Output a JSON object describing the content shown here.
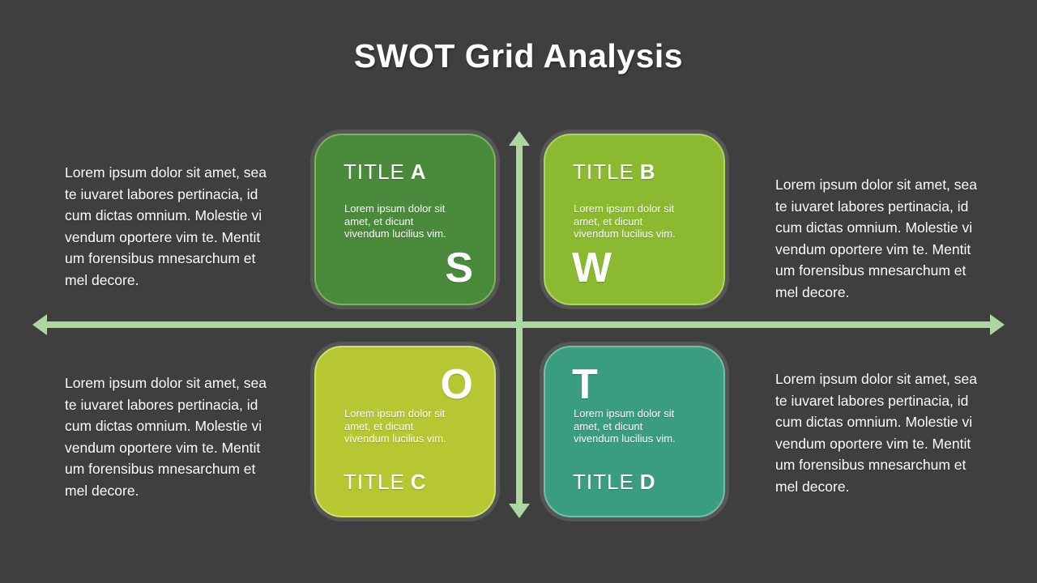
{
  "colors": {
    "bg": "#3F3F3F",
    "title_text": "#FFFFFF",
    "note_text": "#FFFFFF",
    "axis": "#AED6A3",
    "ring": "#565656",
    "a_fill": "#4A8B3B",
    "a_border": "#7AB55A",
    "b_fill": "#8BBA30",
    "b_border": "#AFD65F",
    "c_fill": "#B7C732",
    "c_border": "#D3DF6C",
    "d_fill": "#3A9D81",
    "d_border": "#6FC1AA"
  },
  "slide": {
    "title": "SWOT Grid Analysis"
  },
  "quadrants": {
    "a": {
      "title_prefix": "TITLE",
      "title_letter": "A",
      "body": "Lorem ipsum dolor sit\namet, et dicunt\nvivendum lucilius vim.",
      "letter": "S"
    },
    "b": {
      "title_prefix": "TITLE",
      "title_letter": "B",
      "body": "Lorem ipsum dolor sit\namet, et dicunt\nvivendum lucilius vim.",
      "letter": "W"
    },
    "c": {
      "title_prefix": "TITLE",
      "title_letter": "C",
      "body": "Lorem ipsum dolor sit\namet, et dicunt\nvivendum lucilius vim.",
      "letter": "O"
    },
    "d": {
      "title_prefix": "TITLE",
      "title_letter": "D",
      "body": "Lorem ipsum dolor sit\namet, et dicunt\nvivendum lucilius vim.",
      "letter": "T"
    }
  },
  "side_notes": {
    "top_left": "Lorem ipsum dolor sit amet, sea\nte iuvaret labores pertinacia, id\ncum dictas omnium. Molestie vi\nvendum oportere vim te.  Mentit\num forensibus mnesarchum et\nmel decore.",
    "top_right": "Lorem ipsum dolor sit amet, sea\nte iuvaret labores pertinacia, id\ncum dictas omnium. Molestie vi\nvendum oportere vim te.  Mentit\num forensibus mnesarchum et\nmel decore.",
    "bottom_left": "Lorem ipsum dolor sit amet, sea\nte iuvaret labores pertinacia, id\ncum dictas omnium. Molestie vi\nvendum oportere vim te.  Mentit\num forensibus mnesarchum et\nmel decore.",
    "bottom_right": "Lorem ipsum dolor sit amet, sea\nte iuvaret labores pertinacia, id\ncum dictas omnium. Molestie vi\nvendum oportere vim te.  Mentit\num forensibus mnesarchum et\nmel decore."
  }
}
